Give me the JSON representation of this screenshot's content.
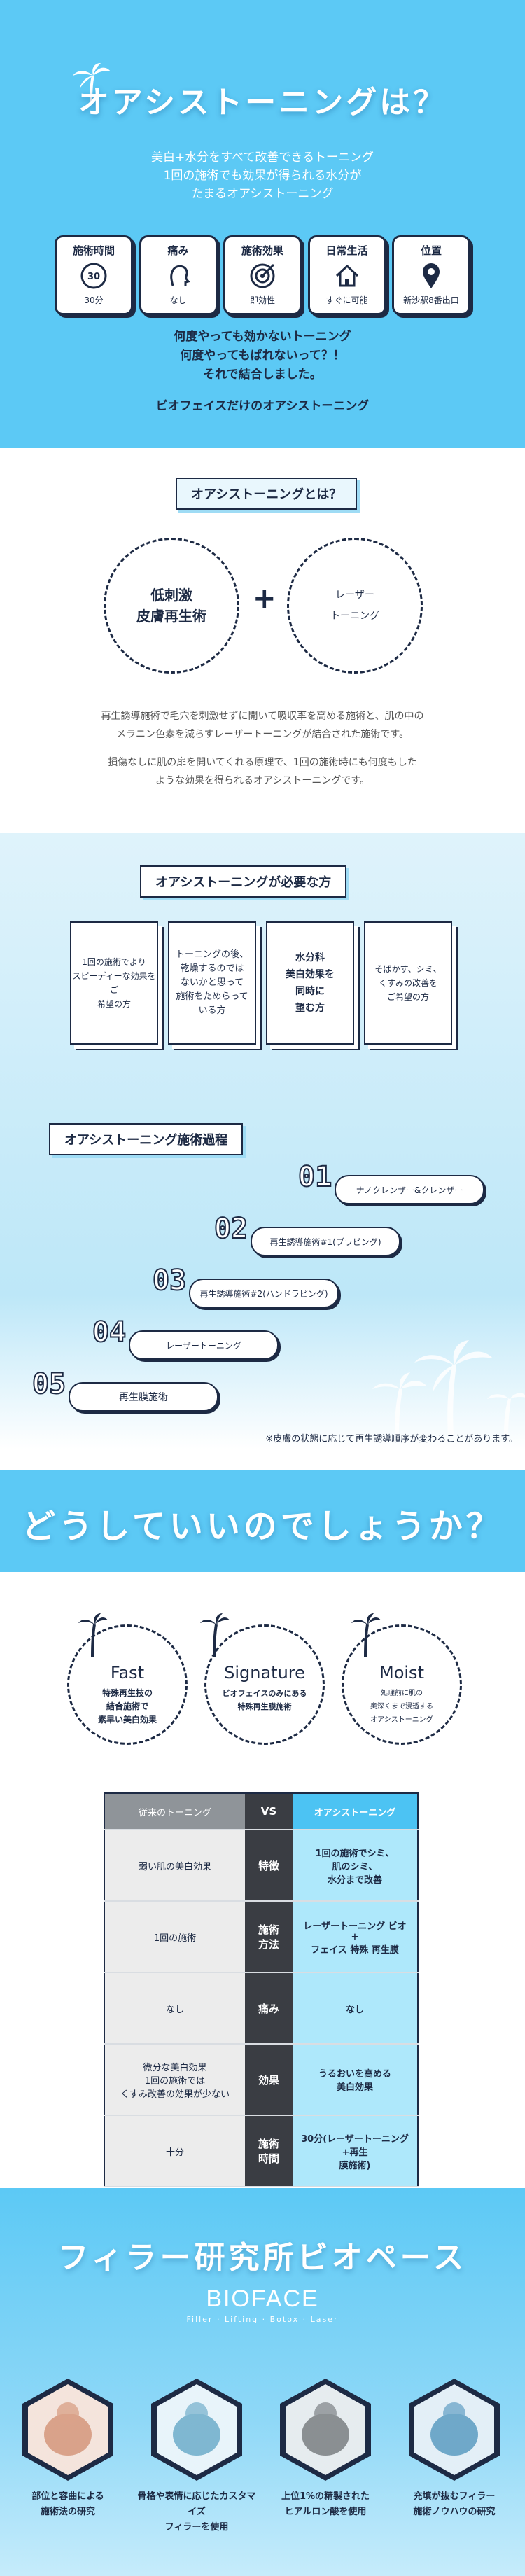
{
  "hero": {
    "title": "オアシストーニングは？",
    "intro_lines": [
      "美白+水分をすべて改善できるトーニング",
      "1回の施術でも効果が得られる水分が",
      "たまるオアシストーニング"
    ],
    "features": [
      {
        "label": "施術時間",
        "value": "30分",
        "icon_text": "30",
        "icon": "clock-icon"
      },
      {
        "label": "痛み",
        "value": "なし",
        "icon": "face-icon"
      },
      {
        "label": "施術効果",
        "value": "即効性",
        "icon": "target-icon"
      },
      {
        "label": "日常生活",
        "value": "すぐに可能",
        "icon": "home-icon"
      },
      {
        "label": "位置",
        "value": "新沙駅8番出口",
        "icon": "location-pin-icon"
      }
    ],
    "tag_lines": [
      "何度やっても効かないトーニング",
      "何度やってもばれないって？！",
      "それで結合しました。"
    ],
    "tag_bottom": "ビオフェイスだけのオアシストーニング"
  },
  "what": {
    "label": "オアシストーニングとは？",
    "circle_left_lines": [
      "低刺激",
      "皮膚再生術"
    ],
    "plus": "+",
    "circle_right_lines": [
      "レーザー",
      "トーニング"
    ],
    "desc1_lines": [
      "再生誘導施術で毛穴を刺激せずに開いて吸収率を高める施術と、肌の中の",
      "メラニン色素を減らすレーザートーニングが結合された施術です。"
    ],
    "desc2_lines": [
      "損傷なしに肌の扉を開いてくれる原理で、1回の施術時にも何度もした",
      "ような効果を得られるオアシストーニングです。"
    ]
  },
  "need": {
    "label": "オアシストーニングが必要な方",
    "cards": [
      [
        "1回の施術でより",
        "スピーディーな効果をご",
        "希望の方"
      ],
      [
        "トーニングの後、",
        "乾燥するのでは",
        "ないかと思って",
        "施術をためらって",
        "いる方"
      ],
      [
        "水分科",
        "美白効果を",
        "同時に",
        "望む方"
      ],
      [
        "そばかす、シミ、",
        "くすみの改善を",
        "ご希望の方"
      ]
    ],
    "process_label": "オアシストーニング施術過程",
    "steps": [
      {
        "num": "01",
        "text": "ナノクレンザー&クレンザー"
      },
      {
        "num": "02",
        "text": "再生誘導施術#1(ブラピング)"
      },
      {
        "num": "03",
        "text": "再生誘導施術#2(ハンドラピング)"
      },
      {
        "num": "04",
        "text": "レーザートーニング"
      },
      {
        "num": "05",
        "text": "再生膜施術"
      }
    ],
    "note": "※皮膚の状態に応じて再生誘導順序が変わることがあります。"
  },
  "why": {
    "banner": "どうしていいのでしょうか？",
    "bubbles": [
      {
        "title": "Fast",
        "lines": [
          "特殊再生技の",
          "結合施術で",
          "素早い美白効果"
        ]
      },
      {
        "title": "Signature",
        "lines": [
          "ビオフェイスのみにある",
          "特殊再生膜施術"
        ]
      },
      {
        "title": "Moist",
        "lines": [
          "処理前に肌の",
          "奥深くまで浸透する",
          "オアシストーニング"
        ]
      }
    ],
    "table": {
      "header": [
        "従来のトーニング",
        "VS",
        "オアシストーニング"
      ],
      "rows": [
        [
          "弱い肌の美白効果",
          "特徴",
          "1回の施術でシミ、|肌のシミ、|水分まで改善"
        ],
        [
          "1回の施術",
          "施術|方法",
          "レーザートーニング ビオ|+|フェイス 特殊 再生膜"
        ],
        [
          "なし",
          "痛み",
          "なし"
        ],
        [
          "微分な美白効果|1回の施術では|くすみ改善の効果が少ない",
          "効果",
          "うるおいを高める|美白効果"
        ],
        [
          "十分",
          "施術|時間",
          "30分(レーザートーニング+再生|膜施術)"
        ]
      ]
    }
  },
  "lab": {
    "title": "フィラー研究所ビオペース",
    "logo": "BIOFACE",
    "logo_sub": "Filler · Lifting · Botox · Laser",
    "items": [
      {
        "lines": [
          "部位と容曲による",
          "施術法の研究"
        ]
      },
      {
        "lines": [
          "骨格や表情に応じたカスタマイズ",
          "フィラーを使用"
        ]
      },
      {
        "lines": [
          "上位1%の精製された",
          "ヒアルロン酸を使用"
        ]
      },
      {
        "lines": [
          "充填が抜むフィラー",
          "施術ノウハウの研究"
        ]
      }
    ]
  }
}
